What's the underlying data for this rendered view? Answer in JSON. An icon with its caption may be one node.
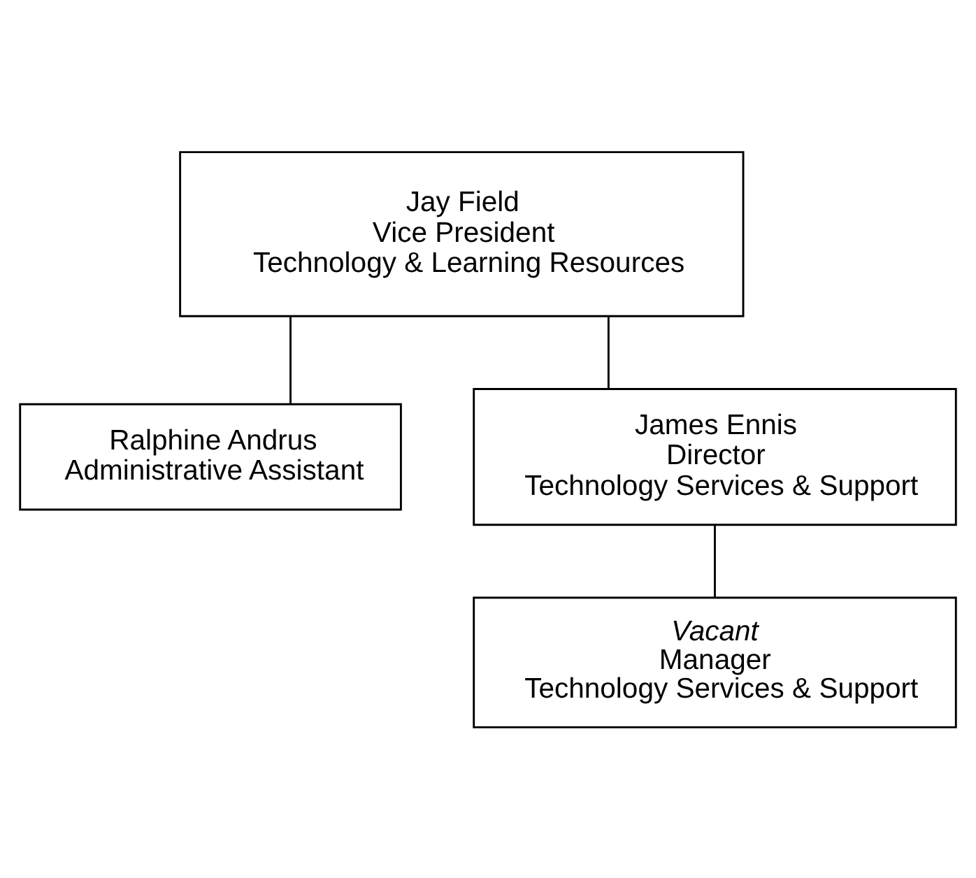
{
  "diagram": {
    "nodes": [
      {
        "text": [
          "Jay Field",
          "Vice President",
          "Technology & Learning Resources"
        ]
      },
      {
        "text": [
          "Ralphine Andrus",
          "Administrative Assistant"
        ]
      },
      {
        "text": [
          "James Ennis",
          "Director",
          "Technology Services & Support"
        ]
      },
      {
        "text": [
          "Vacant",
          "Manager",
          "Technology Services & Support"
        ]
      }
    ],
    "edges": [
      {
        "from": 0,
        "to": 1,
        "arrow": "none"
      },
      {
        "from": 0,
        "to": 2,
        "arrow": "none"
      },
      {
        "from": 2,
        "to": 3,
        "arrow": "none"
      }
    ]
  }
}
